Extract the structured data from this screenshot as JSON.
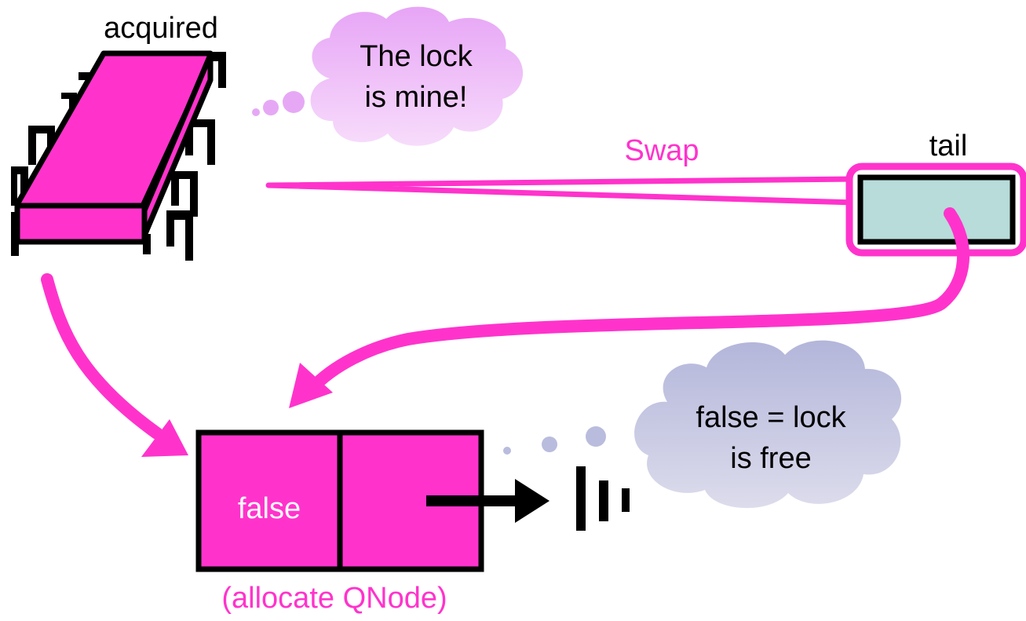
{
  "labels": {
    "acquired": "acquired",
    "swap": "Swap",
    "tail": "tail",
    "node_value": "false",
    "allocate": "(allocate QNode)"
  },
  "clouds": {
    "thread_thought_line1": "The lock",
    "thread_thought_line2": "is mine!",
    "note_line1": "false = lock",
    "note_line2": "is free"
  },
  "colors": {
    "magenta": "#ff33cc",
    "tail_fill": "#b7dcd9",
    "cloud_purple": "#e6a8f5",
    "cloud_gray": "#b9bcdd",
    "black": "#000000"
  }
}
